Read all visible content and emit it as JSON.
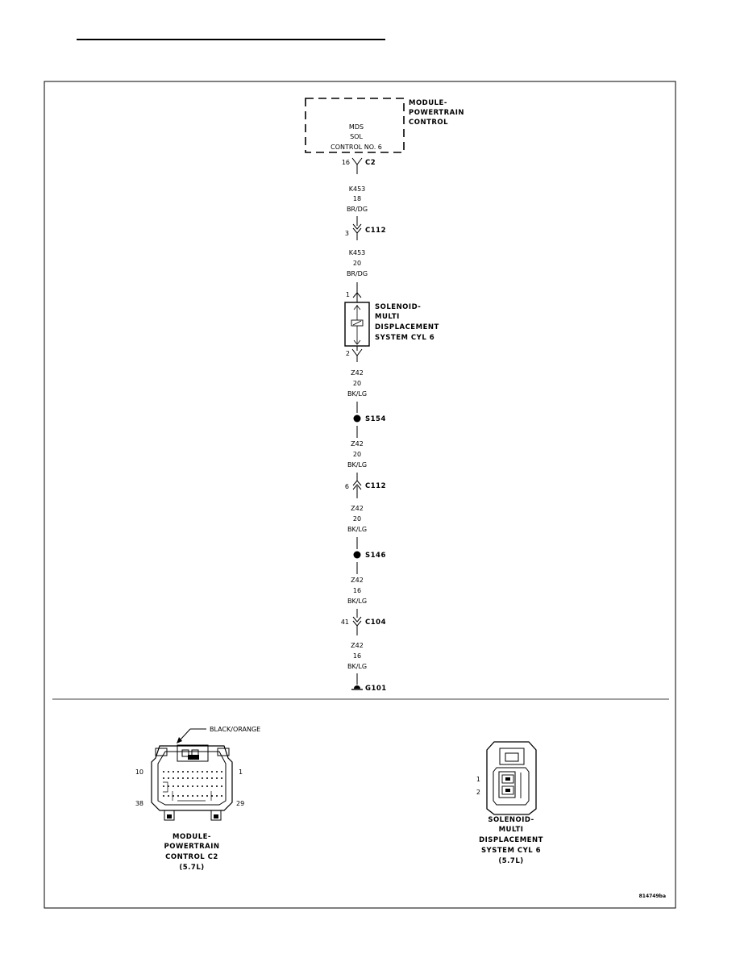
{
  "module": {
    "title": [
      "MODULE-",
      "POWERTRAIN",
      "CONTROL"
    ],
    "inner": [
      "MDS",
      "SOL",
      "CONTROL NO. 6"
    ]
  },
  "connectors": {
    "c2": {
      "pin": "16",
      "name": "C2"
    },
    "c112_top": {
      "pin": "3",
      "name": "C112"
    },
    "c112_bottom": {
      "pin": "6",
      "name": "C112"
    },
    "c104": {
      "pin": "41",
      "name": "C104"
    }
  },
  "wires": {
    "w1": {
      "circuit": "K453",
      "gauge": "18",
      "color": "BR/DG"
    },
    "w2": {
      "circuit": "K453",
      "gauge": "20",
      "color": "BR/DG"
    },
    "w3": {
      "circuit": "Z42",
      "gauge": "20",
      "color": "BK/LG"
    },
    "w4": {
      "circuit": "Z42",
      "gauge": "20",
      "color": "BK/LG"
    },
    "w5": {
      "circuit": "Z42",
      "gauge": "20",
      "color": "BK/LG"
    },
    "w6": {
      "circuit": "Z42",
      "gauge": "16",
      "color": "BK/LG"
    },
    "w7": {
      "circuit": "Z42",
      "gauge": "16",
      "color": "BK/LG"
    }
  },
  "solenoid": {
    "pin_top": "1",
    "pin_bottom": "2",
    "title": [
      "SOLENOID-",
      "MULTI",
      "DISPLACEMENT",
      "SYSTEM CYL 6"
    ]
  },
  "splices": {
    "s154": "S154",
    "s146": "S146"
  },
  "ground": "G101",
  "pcm_connector": {
    "callout": "BLACK/ORANGE",
    "pin_10": "10",
    "pin_1": "1",
    "pin_38": "38",
    "pin_29": "29",
    "caption": [
      "MODULE-",
      "POWERTRAIN",
      "CONTROL C2",
      "(5.7L)"
    ]
  },
  "sol_connector": {
    "pin_1": "1",
    "pin_2": "2",
    "caption": [
      "SOLENOID-",
      "MULTI",
      "DISPLACEMENT",
      "SYSTEM CYL 6",
      "(5.7L)"
    ]
  },
  "figure_id": "814749ba"
}
